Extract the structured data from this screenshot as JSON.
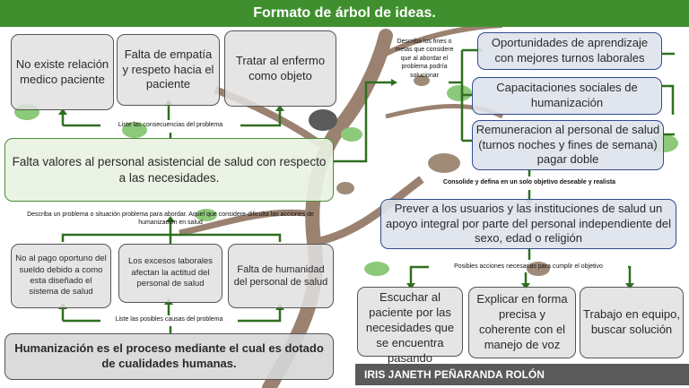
{
  "header": {
    "title": "Formato de árbol de ideas."
  },
  "consequences": {
    "label": "Liste las consecuencias del problema",
    "items": [
      "No existe relación medico paciente",
      "Falta de empatía y respeto hacia el paciente",
      "Tratar al enfermo como objeto"
    ]
  },
  "problem": {
    "text": "Falta  valores al personal  asistencial de salud con respecto a las necesidades.",
    "label": "Describa un problema o situación problema para abordar. Aquel que considere dificulta las acciones de humanización en salud"
  },
  "causes": {
    "label": "Liste las posibles causas del problema",
    "items": [
      "No al pago oportuno del sueldo debido a como esta diseñado el sistema de salud",
      "Los excesos laborales afectan la actitud del personal de salud",
      "Falta de humanidad del personal de salud"
    ]
  },
  "definition": {
    "text": "Humanización es el proceso mediante el cual es dotado de cualidades humanas."
  },
  "goals": {
    "label": "Describa los fines o metas que considere que al abordar el problema podría solucionar",
    "items": [
      "Oportunidades de aprendizaje con mejores turnos laborales",
      "Capacitaciones sociales de humanización",
      "Remuneracion al personal de salud (turnos noches y fines de semana) pagar doble"
    ]
  },
  "objective": {
    "label": "Consolide y defina en un solo objetivo deseable y realista",
    "text": "Prever a los usuarios y las instituciones de salud un apoyo integral por parte del personal independiente del sexo, edad o religión"
  },
  "actions": {
    "label": "Posibles acciones necesarias para cumplir el objetivo",
    "items": [
      "Escuchar al paciente por las necesidades que se encuentra pasando",
      "Explicar en forma precisa y coherente con el manejo de voz",
      "Trabajo en equipo, buscar solución"
    ]
  },
  "author": {
    "name": "IRIS JANETH PEÑARANDA ROLÓN"
  },
  "colors": {
    "header": "#3f8f2f",
    "arrow": "#2f6f1f",
    "trunk": "#9b8270"
  }
}
